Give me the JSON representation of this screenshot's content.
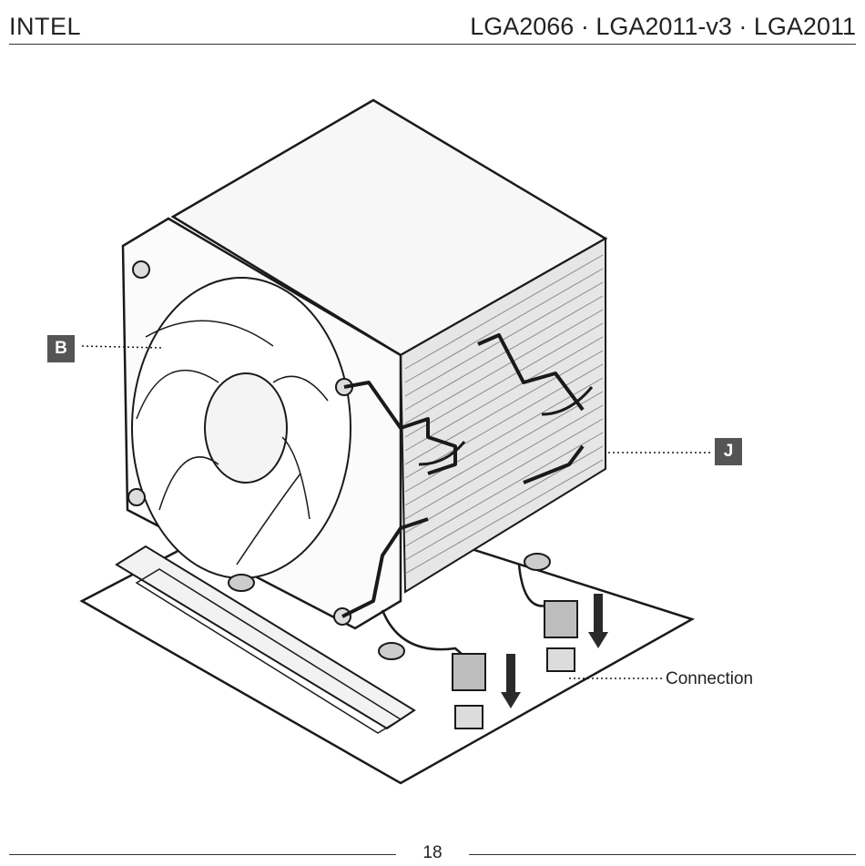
{
  "header": {
    "brand": "INTEL",
    "sockets": "LGA2066 · LGA2011-v3 · LGA2011"
  },
  "labels": {
    "fan_tag": "B",
    "clip_tag": "J",
    "connection": "Connection"
  },
  "footer": {
    "page_number": "18"
  },
  "colors": {
    "line": "#1a1a1a",
    "tag_bg": "#555555",
    "fin_fill": "#e6e6e6"
  }
}
